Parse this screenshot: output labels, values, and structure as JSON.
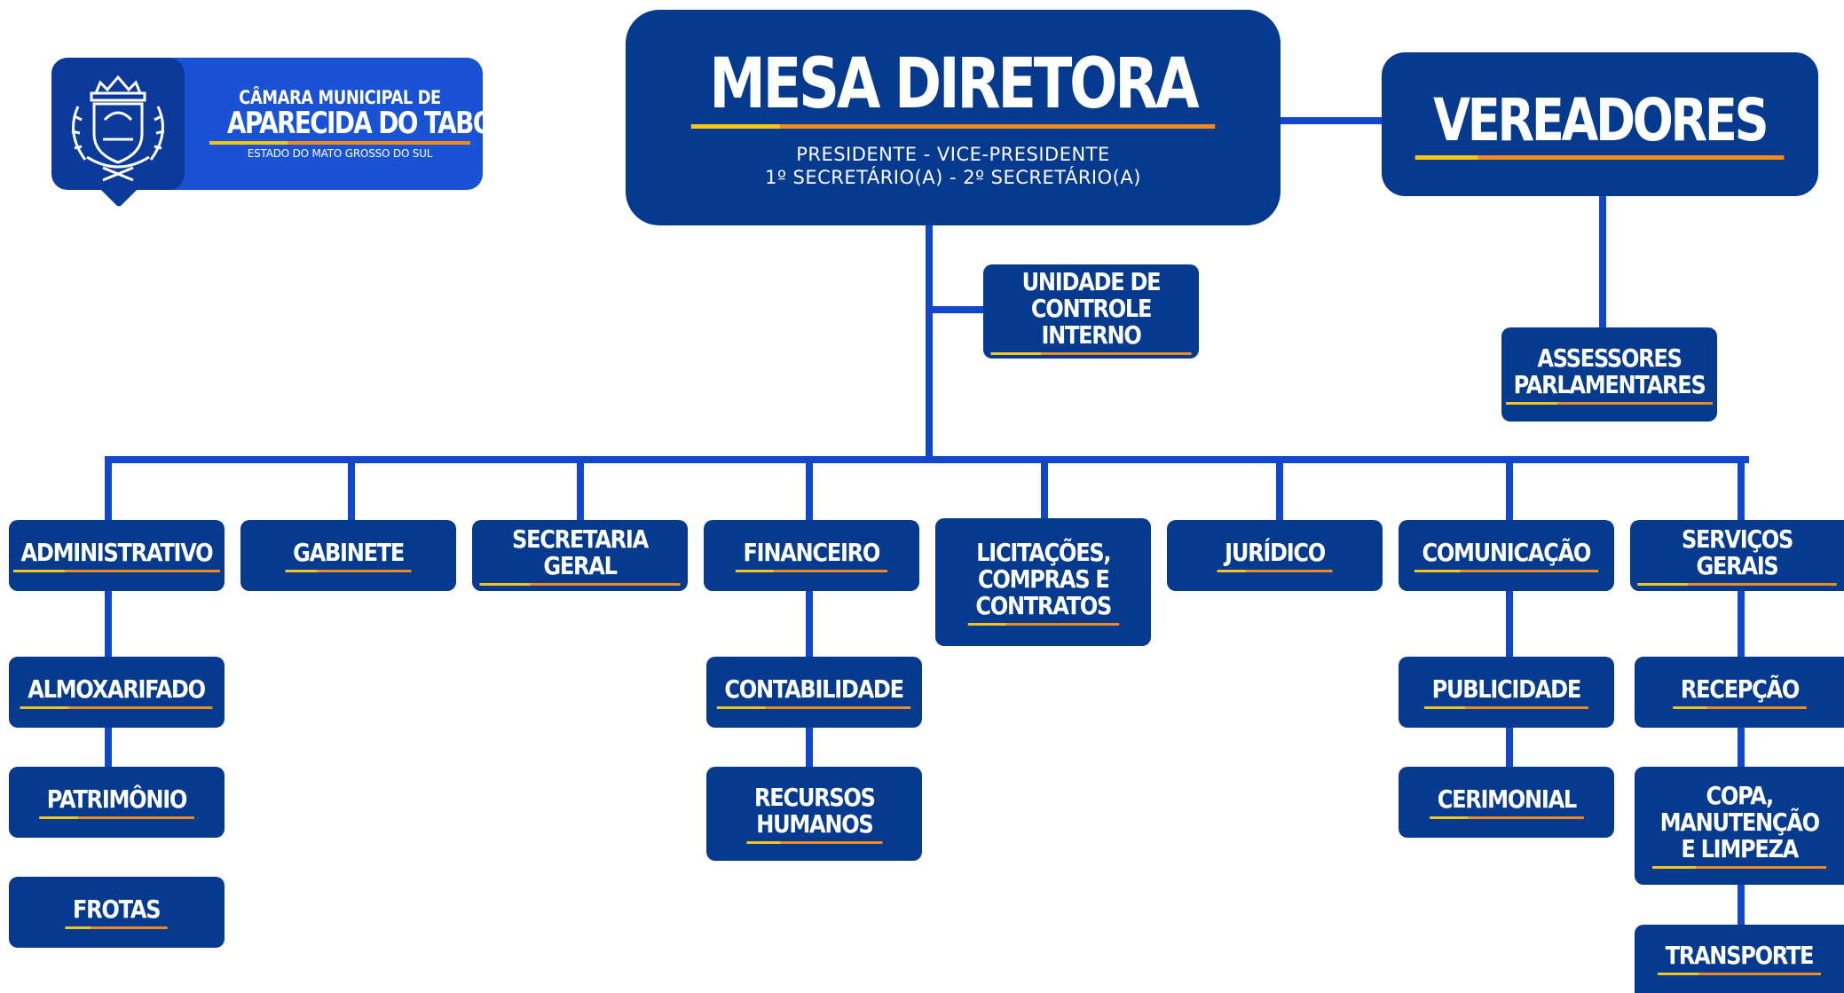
{
  "logo": {
    "line1": "CÂMARA MUNICIPAL DE",
    "line2": "APARECIDA DO TABOADO",
    "line3": "ESTADO DO MATO GROSSO DO SUL",
    "icon": "municipal-coat-of-arms"
  },
  "mesa": {
    "title": "MESA DIRETORA",
    "line1": "PRESIDENTE - VICE-PRESIDENTE",
    "line2": "1º SECRETÁRIO(A) - 2º SECRETÁRIO(A)"
  },
  "vereadores": {
    "title": "VEREADORES"
  },
  "controle_interno": {
    "label": "UNIDADE DE\nCONTROLE INTERNO"
  },
  "assessores": {
    "label": "ASSESSORES\nPARLAMENTARES"
  },
  "departments": {
    "administrativo": "ADMINISTRATIVO",
    "gabinete": "GABINETE",
    "secretaria_geral": "SECRETARIA GERAL",
    "financeiro": "FINANCEIRO",
    "licitacoes": "LICITAÇÕES,\nCOMPRAS E\nCONTRATOS",
    "juridico": "JURÍDICO",
    "comunicacao": "COMUNICAÇÃO",
    "servicos_gerais": "SERVIÇOS GERAIS"
  },
  "subunits": {
    "almoxarifado": "ALMOXARIFADO",
    "patrimonio": "PATRIMÔNIO",
    "frotas": "FROTAS",
    "contabilidade": "CONTABILIDADE",
    "recursos_humanos": "RECURSOS\nHUMANOS",
    "publicidade": "PUBLICIDADE",
    "cerimonial": "CERIMONIAL",
    "recepcao": "RECEPÇÃO",
    "copa": "COPA,\nMANUTENÇÃO\nE LIMPEZA",
    "transporte": "TRANSPORTE"
  },
  "colors": {
    "box": "#053a8f",
    "connector": "#1347c9",
    "accent_yellow": "#f5c518",
    "accent_orange": "#f28b1e"
  }
}
